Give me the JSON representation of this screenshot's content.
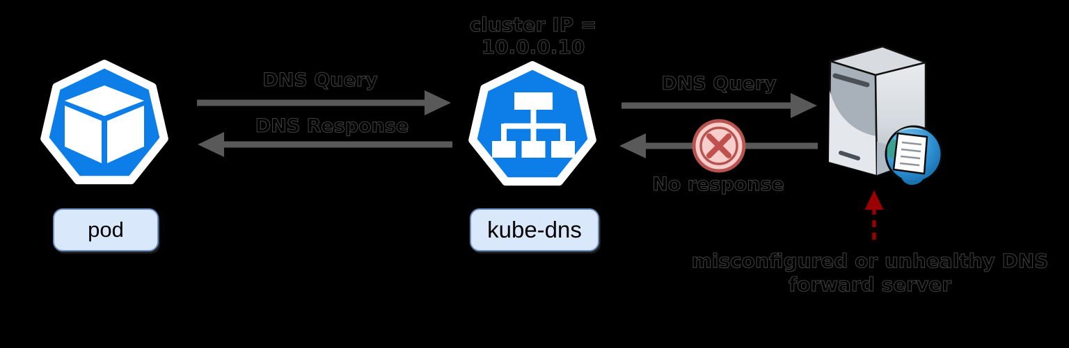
{
  "colors": {
    "bg": "#000000",
    "k8s-blue": "#0d7ee8",
    "arrow-gray": "#595959",
    "label-fill": "#dae8fc",
    "label-border": "#6c8ebf",
    "error-fill": "#f8cecc",
    "error-stroke": "#b85450",
    "danger-red": "#990000",
    "text-dark": "#000000",
    "text-outline": "#3f3f3f"
  },
  "nodes": {
    "pod": {
      "label": "pod"
    },
    "kube_dns": {
      "label": "kube-dns",
      "annotation": {
        "line1": "cluster IP =",
        "line2": "10.0.0.10"
      }
    },
    "forward_server": {
      "caption": {
        "line1": "misconfigured or unhealthy DNS",
        "line2": "forward server"
      }
    }
  },
  "edges": {
    "pod_to_kubedns": {
      "label": "DNS Query"
    },
    "kubedns_to_pod": {
      "label": "DNS Response"
    },
    "kubedns_to_server": {
      "label": "DNS Query"
    },
    "server_to_kubedns": {
      "label": "No response"
    }
  },
  "icons": {
    "pod": "kubernetes-pod-cube-icon",
    "kube_dns": "kubernetes-sitemap-icon",
    "forward_server": "server-tower-globe-document-icon",
    "blocked": "red-x-circle-icon",
    "pointer": "red-dashed-up-arrow-icon"
  }
}
